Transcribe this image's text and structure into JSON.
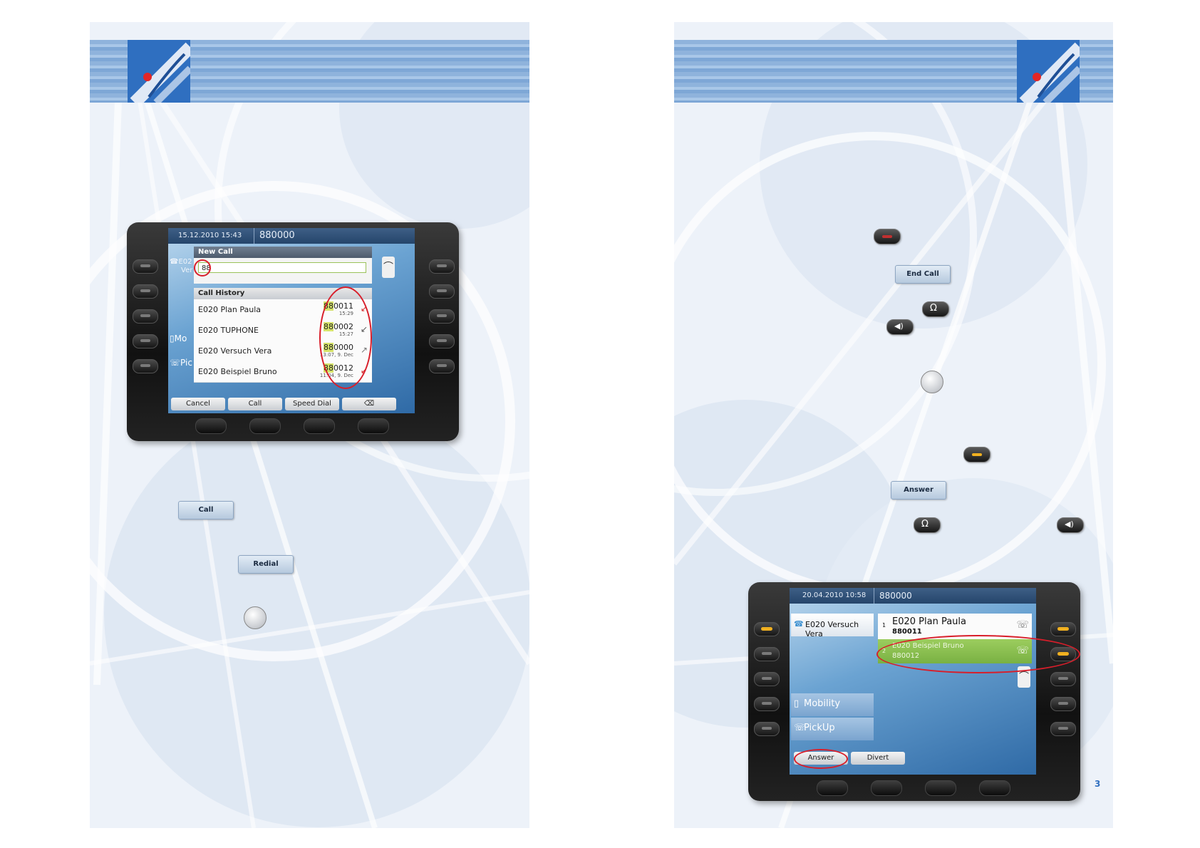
{
  "left_page": {
    "phone": {
      "datetime": "15.12.2010 15:43",
      "number": "880000",
      "panel_title": "New Call",
      "input_value": "88",
      "history_title": "Call History",
      "side_labels": {
        "e0": "E02",
        "ver": "Ver",
        "mobility": "Mo",
        "pickup": "Pic"
      },
      "history": [
        {
          "name": "E020 Plan Paula",
          "prefix": "88",
          "rest": "0011",
          "time": "15:29",
          "icon": "missed-call-icon"
        },
        {
          "name": "E020 TUPHONE",
          "prefix": "88",
          "rest": "0002",
          "time": "15:27",
          "icon": "incoming-call-icon"
        },
        {
          "name": "E020 Versuch Vera",
          "prefix": "88",
          "rest": "0000",
          "time": "13:07, 9. Dec",
          "icon": "outgoing-call-icon"
        },
        {
          "name": "E020 Beispiel Bruno",
          "prefix": "88",
          "rest": "0012",
          "time": "11:04, 9. Dec",
          "icon": "missed-call-icon"
        }
      ],
      "softkeys": [
        "Cancel",
        "Call",
        "Speed Dial",
        "⌫"
      ]
    },
    "buttons": {
      "call": "Call",
      "redial": "Redial"
    }
  },
  "right_page": {
    "buttons": {
      "end_call": "End Call",
      "answer": "Answer"
    },
    "phone": {
      "datetime": "20.04.2010 10:58",
      "number": "880000",
      "own_line": "E020 Versuch Vera",
      "calls": [
        {
          "index": "1",
          "name": "E020 Plan Paula",
          "number": "880011"
        },
        {
          "index": "2",
          "name": "E020 Beispiel Bruno",
          "number": "880012"
        }
      ],
      "menu": [
        {
          "label": "Mobility",
          "icon": "mobile-icon"
        },
        {
          "label": "PickUp",
          "icon": "pickup-icon"
        }
      ],
      "softkeys": [
        "Answer",
        "Divert"
      ]
    },
    "page_number": "3"
  },
  "colors": {
    "banner": "#8fb3dc",
    "highlight_ring": "#d81e2a",
    "active_call": "#8fc24e",
    "led": "#f0b020"
  }
}
